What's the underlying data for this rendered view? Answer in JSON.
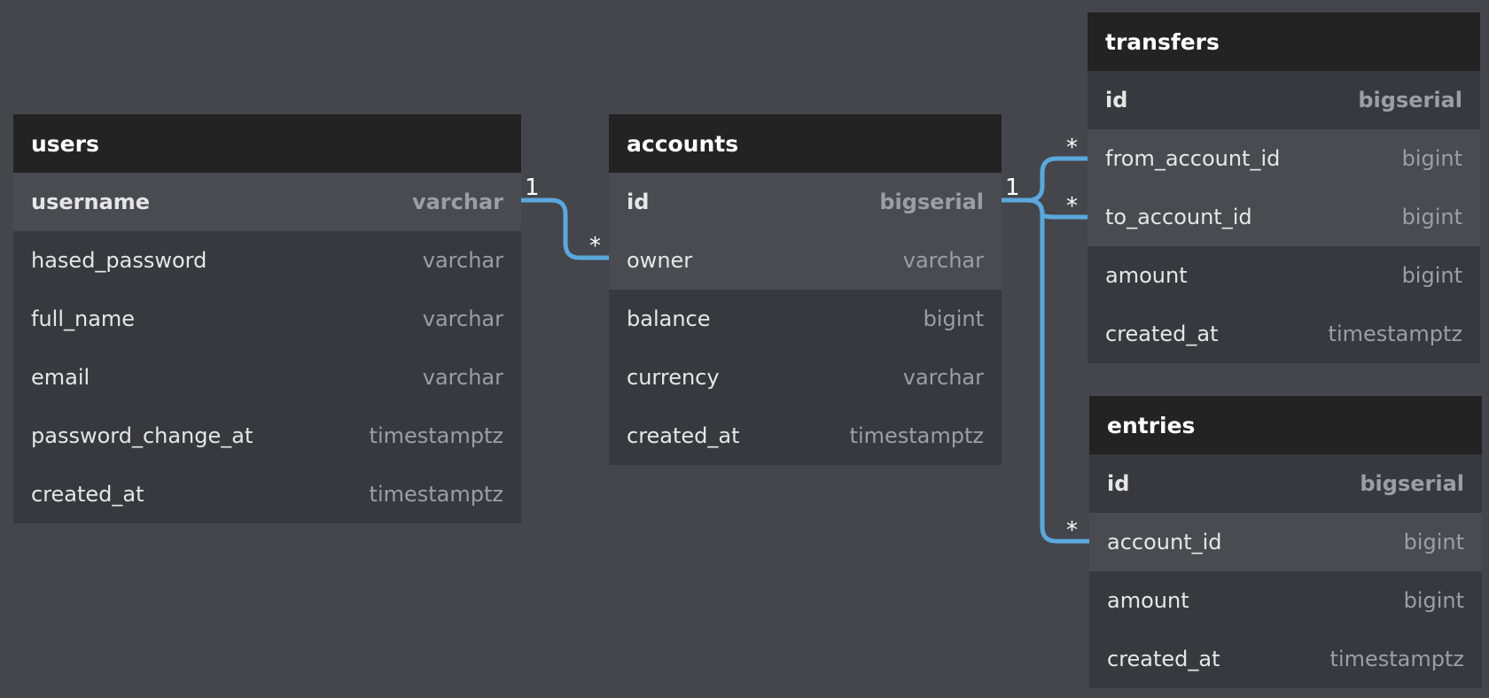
{
  "colors": {
    "background": "#45464c",
    "header": "#232323",
    "row": "#38393e",
    "row_highlight": "#4a4b51",
    "relation": "#5aa8dc"
  },
  "tables": {
    "users": {
      "name": "users",
      "fields": [
        {
          "name": "username",
          "type": "varchar"
        },
        {
          "name": "hased_password",
          "type": "varchar"
        },
        {
          "name": "full_name",
          "type": "varchar"
        },
        {
          "name": "email",
          "type": "varchar"
        },
        {
          "name": "password_change_at",
          "type": "timestamptz"
        },
        {
          "name": "created_at",
          "type": "timestamptz"
        }
      ]
    },
    "accounts": {
      "name": "accounts",
      "fields": [
        {
          "name": "id",
          "type": "bigserial"
        },
        {
          "name": "owner",
          "type": "varchar"
        },
        {
          "name": "balance",
          "type": "bigint"
        },
        {
          "name": "currency",
          "type": "varchar"
        },
        {
          "name": "created_at",
          "type": "timestamptz"
        }
      ]
    },
    "transfers": {
      "name": "transfers",
      "fields": [
        {
          "name": "id",
          "type": "bigserial"
        },
        {
          "name": "from_account_id",
          "type": "bigint"
        },
        {
          "name": "to_account_id",
          "type": "bigint"
        },
        {
          "name": "amount",
          "type": "bigint"
        },
        {
          "name": "created_at",
          "type": "timestamptz"
        }
      ]
    },
    "entries": {
      "name": "entries",
      "fields": [
        {
          "name": "id",
          "type": "bigserial"
        },
        {
          "name": "account_id",
          "type": "bigint"
        },
        {
          "name": "amount",
          "type": "bigint"
        },
        {
          "name": "created_at",
          "type": "timestamptz"
        }
      ]
    }
  },
  "relations": {
    "users_accounts": {
      "from": "users.username",
      "to": "accounts.owner",
      "from_card": "1",
      "to_card": "*"
    },
    "accounts_transfers_from": {
      "from": "accounts.id",
      "to": "transfers.from_account_id",
      "from_card": "1",
      "to_card": "*"
    },
    "accounts_transfers_to": {
      "from": "accounts.id",
      "to": "transfers.to_account_id",
      "from_card": "1",
      "to_card": "*"
    },
    "accounts_entries": {
      "from": "accounts.id",
      "to": "entries.account_id",
      "from_card": "1",
      "to_card": "*"
    }
  }
}
